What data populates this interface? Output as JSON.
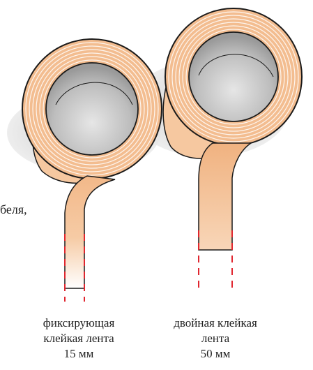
{
  "clipped_text": "беля,",
  "tapes": [
    {
      "id": "left",
      "caption_lines": [
        "фиксирующая",
        "клейкая лента",
        "15 мм"
      ]
    },
    {
      "id": "right",
      "caption_lines": [
        "двойная клейкая",
        "лента",
        "50 мм"
      ]
    }
  ],
  "colors": {
    "tape": "#f2ba8c",
    "tape_light": "#fbe3cc",
    "core_gray": "#c9c9c9",
    "core_dark": "#9b9b9b",
    "shadow": "#cfcfcf",
    "guide_red": "#e0262f",
    "outline": "#1a1a1a"
  }
}
